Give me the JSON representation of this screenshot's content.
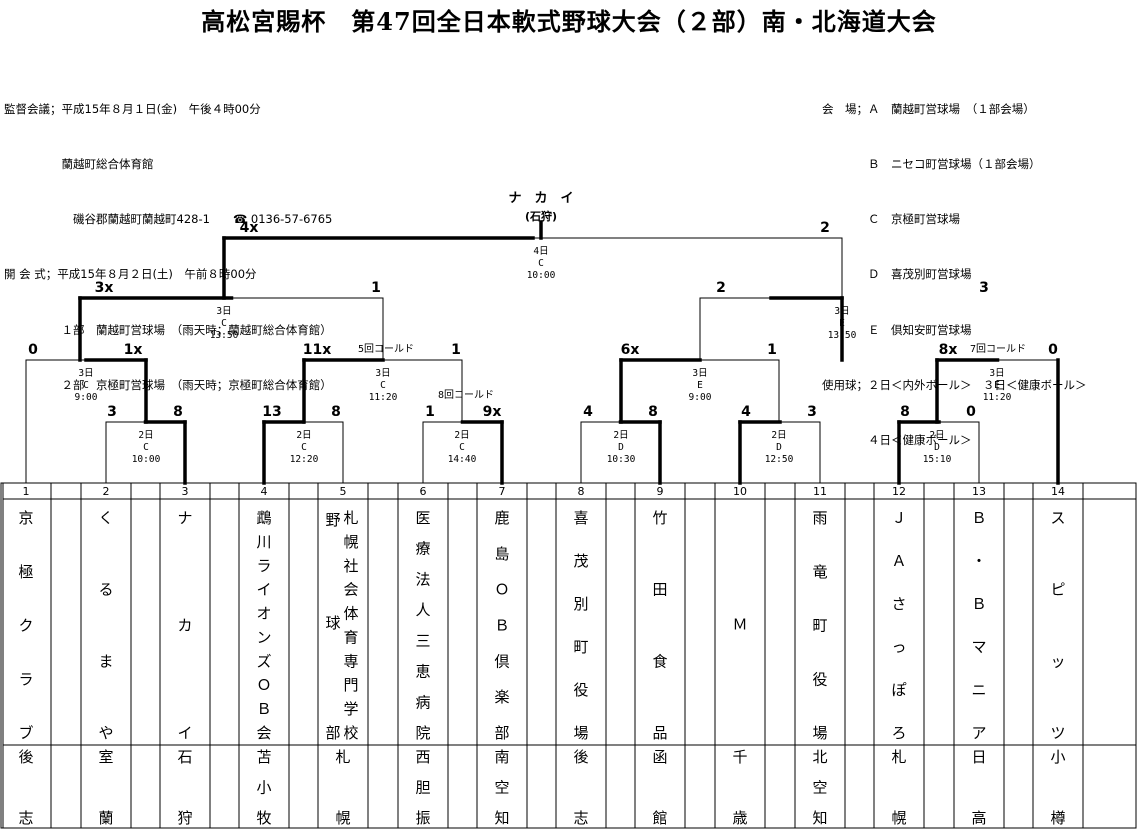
{
  "title": "高松宮賜杯　第47回全日本軟式野球大会（２部）南・北海道大会",
  "info_left": [
    "監督会議；平成15年８月１日(金)　午後４時00分",
    "　　　　　蘭越町総合体育館",
    "　　　　　　磯谷郡蘭越町蘭越町428-1　　☎ 0136-57-6765",
    "開 会 式；平成15年８月２日(土)　午前８時00分",
    "　　　　　１部　蘭越町営球場　（雨天時；蘭越町総合体育館）",
    "　　　　　２部　京極町営球場　（雨天時；京極町総合体育館）"
  ],
  "info_right": [
    "会　場；Ａ　蘭越町営球場　（１部会場）",
    "　　　　Ｂ　ニセコ町営球場（１部会場）",
    "　　　　Ｃ　京極町営球場",
    "　　　　Ｄ　喜茂別町営球場",
    "　　　　Ｅ　倶知安町営球場",
    "使用球；２日＜内外ボール＞　３日＜健康ボール＞",
    "　　　　４日＜健康ボール＞"
  ],
  "champion": {
    "name": "ナ　カ　イ",
    "region": "(石狩)"
  },
  "teams": [
    {
      "num": "1",
      "name": [
        "京",
        "極",
        "ク",
        "ラ",
        "ブ"
      ],
      "region": [
        "後",
        "志"
      ]
    },
    {
      "num": "2",
      "name": [
        "く",
        "る",
        "ま",
        "や"
      ],
      "region": [
        "室",
        "蘭"
      ]
    },
    {
      "num": "3",
      "name": [
        "ナ",
        "カ",
        "イ"
      ],
      "region": [
        "石",
        "狩"
      ]
    },
    {
      "num": "4",
      "name": [
        "鵡",
        "川",
        "ラ",
        "イ",
        "オ",
        "ン",
        "ズ",
        "Ｏ",
        "Ｂ",
        "会"
      ],
      "region": [
        "苫",
        "小",
        "牧"
      ]
    },
    {
      "num": "5",
      "name": [
        "札",
        "幌",
        "社",
        "会",
        "体",
        "育",
        "専",
        "門",
        "学",
        "校"
      ],
      "name_extra": [
        "野",
        "球",
        "部"
      ],
      "region": [
        "札",
        "幌"
      ]
    },
    {
      "num": "6",
      "name": [
        "医",
        "療",
        "法",
        "人",
        "三",
        "恵",
        "病",
        "院"
      ],
      "region": [
        "西",
        "胆",
        "振"
      ]
    },
    {
      "num": "7",
      "name": [
        "鹿",
        "島",
        "Ｏ",
        "Ｂ",
        "倶",
        "楽",
        "部"
      ],
      "region": [
        "南",
        "空",
        "知"
      ]
    },
    {
      "num": "8",
      "name": [
        "喜",
        "茂",
        "別",
        "町",
        "役",
        "場"
      ],
      "region": [
        "後",
        "志"
      ]
    },
    {
      "num": "9",
      "name": [
        "竹",
        "田",
        "食",
        "品"
      ],
      "region": [
        "函",
        "館"
      ]
    },
    {
      "num": "10",
      "name": [
        "Ｍ"
      ],
      "region": [
        "千",
        "歳"
      ]
    },
    {
      "num": "11",
      "name": [
        "雨",
        "竜",
        "町",
        "役",
        "場"
      ],
      "region": [
        "北",
        "空",
        "知"
      ]
    },
    {
      "num": "12",
      "name": [
        "Ｊ",
        "Ａ",
        "さ",
        "っ",
        "ぽ",
        "ろ"
      ],
      "region": [
        "札",
        "幌"
      ]
    },
    {
      "num": "13",
      "name": [
        "Ｂ",
        "・",
        "Ｂ",
        "マ",
        "ニ",
        "ア"
      ],
      "region": [
        "日",
        "高"
      ]
    },
    {
      "num": "14",
      "name": [
        "ス",
        "ピ",
        "ッ",
        "ツ"
      ],
      "region": [
        "小",
        "樽"
      ]
    }
  ],
  "scores": [
    {
      "id": "r1a-l",
      "text": "3"
    },
    {
      "id": "r1a-r",
      "text": "8"
    },
    {
      "id": "r1b-l",
      "text": "13"
    },
    {
      "id": "r1b-r",
      "text": "8"
    },
    {
      "id": "r1c-l",
      "text": "1"
    },
    {
      "id": "r1c-r",
      "text": "9x"
    },
    {
      "id": "r1d-l",
      "text": "4"
    },
    {
      "id": "r1d-r",
      "text": "8"
    },
    {
      "id": "r1e-l",
      "text": "4"
    },
    {
      "id": "r1e-r",
      "text": "3"
    },
    {
      "id": "r1f-l",
      "text": "8"
    },
    {
      "id": "r1f-r",
      "text": "0"
    },
    {
      "id": "r2a-l",
      "text": "0"
    },
    {
      "id": "r2a-r",
      "text": "1x"
    },
    {
      "id": "r2b-l",
      "text": "11x"
    },
    {
      "id": "r2b-r",
      "text": "1"
    },
    {
      "id": "r2c-l",
      "text": "6x"
    },
    {
      "id": "r2c-r",
      "text": "1"
    },
    {
      "id": "r2d-l",
      "text": "8x"
    },
    {
      "id": "r2d-r",
      "text": "0"
    },
    {
      "id": "r3a-l",
      "text": "3x"
    },
    {
      "id": "r3a-r",
      "text": "1"
    },
    {
      "id": "r3b-l",
      "text": "2"
    },
    {
      "id": "r3b-r",
      "text": "3"
    },
    {
      "id": "f-l",
      "text": "4x"
    },
    {
      "id": "f-r",
      "text": "2"
    }
  ],
  "game_info": [
    {
      "id": "g1a",
      "day": "2日",
      "field": "C",
      "time": "10:00"
    },
    {
      "id": "g1b",
      "day": "2日",
      "field": "C",
      "time": "12:20"
    },
    {
      "id": "g1c",
      "day": "2日",
      "field": "C",
      "time": "14:40"
    },
    {
      "id": "g1d",
      "day": "2日",
      "field": "D",
      "time": "10:30"
    },
    {
      "id": "g1e",
      "day": "2日",
      "field": "D",
      "time": "12:50"
    },
    {
      "id": "g1f",
      "day": "2日",
      "field": "D",
      "time": "15:10"
    },
    {
      "id": "g2a",
      "day": "3日",
      "field": "C",
      "time": "9:00"
    },
    {
      "id": "g2b",
      "day": "3日",
      "field": "C",
      "time": "11:20"
    },
    {
      "id": "g2c",
      "day": "3日",
      "field": "E",
      "time": "9:00"
    },
    {
      "id": "g2d",
      "day": "3日",
      "field": "E",
      "time": "11:20"
    },
    {
      "id": "g3a",
      "day": "3日",
      "field": "C",
      "time": "13:50"
    },
    {
      "id": "g3b",
      "day": "3日",
      "field": "E",
      "time": "13:50"
    },
    {
      "id": "gf",
      "day": "4日",
      "field": "C",
      "time": "10:00"
    }
  ],
  "notes": [
    {
      "id": "n-r2b",
      "text": "5回コールド"
    },
    {
      "id": "n-r1c",
      "text": "8回コールド"
    },
    {
      "id": "n-r2d",
      "text": "7回コールド"
    }
  ]
}
